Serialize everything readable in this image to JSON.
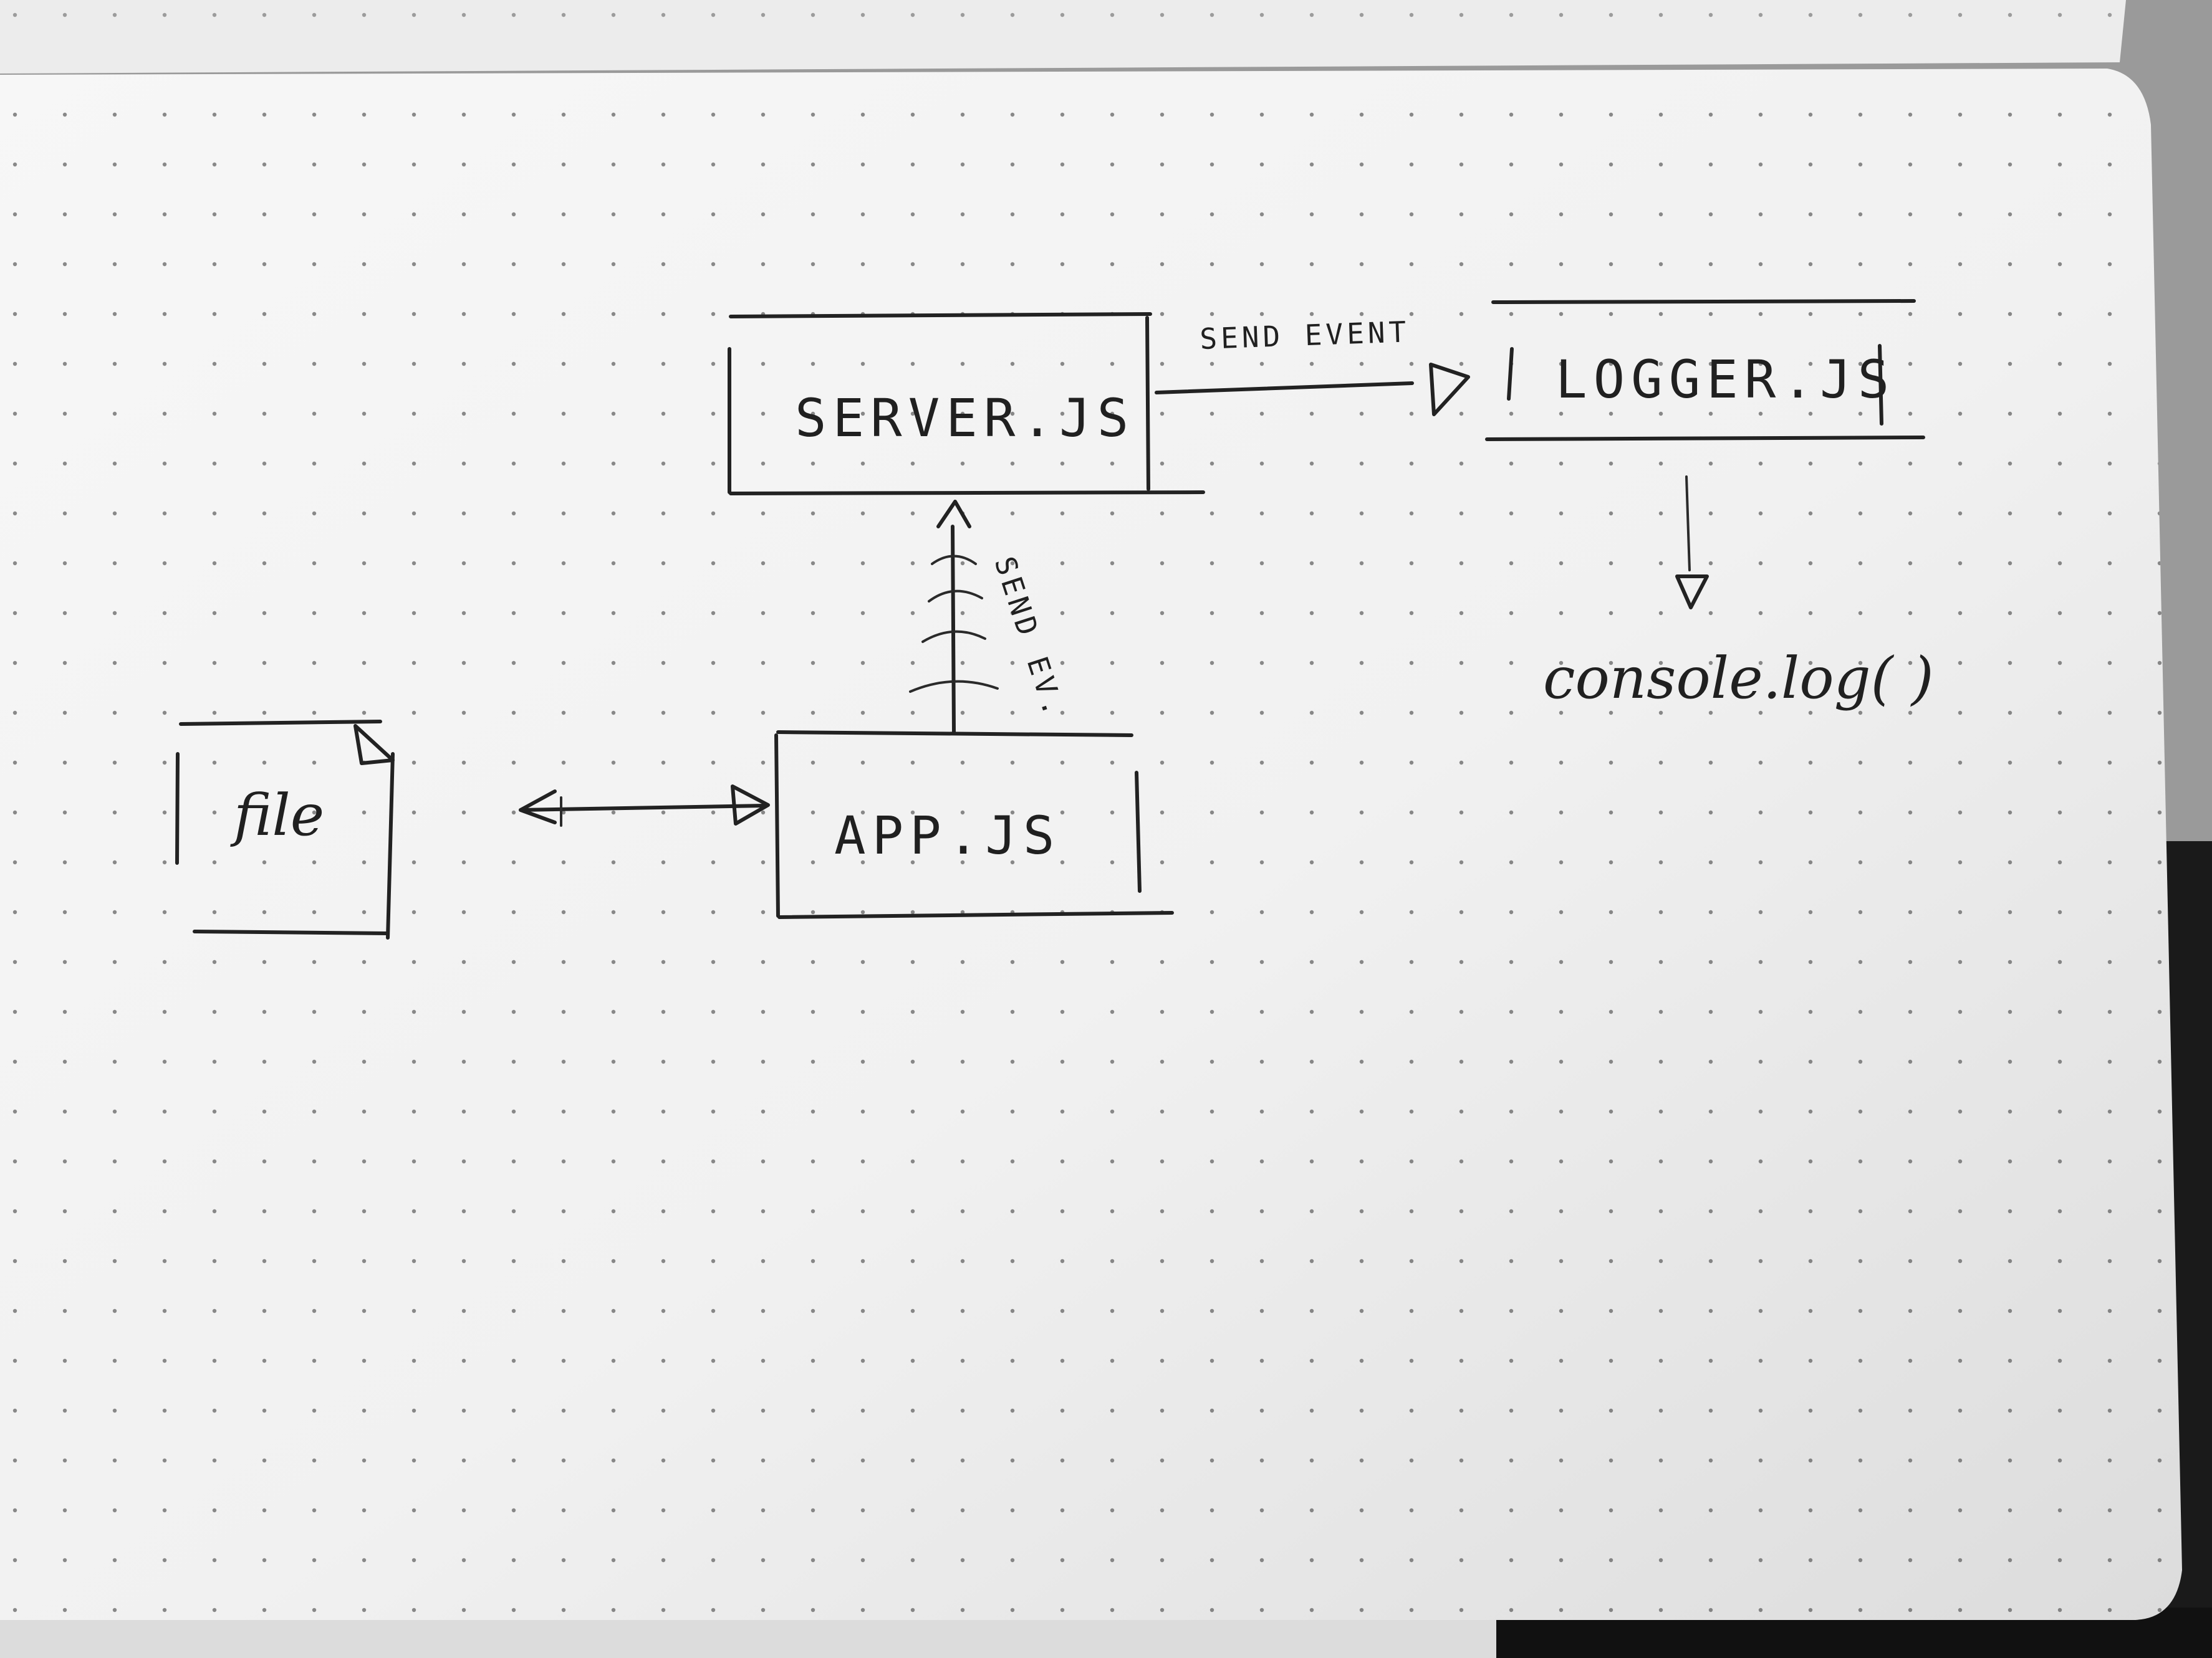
{
  "nodes": {
    "server": {
      "label": "SERVER.JS"
    },
    "logger": {
      "label": "LOGGER.JS"
    },
    "app": {
      "label": "APP.JS"
    },
    "file": {
      "label": "file"
    },
    "console": {
      "label": "console.log( )"
    }
  },
  "edges": {
    "server_to_logger": {
      "label": "SEND EVENT"
    },
    "app_to_server": {
      "label": "SEND EV."
    }
  }
}
